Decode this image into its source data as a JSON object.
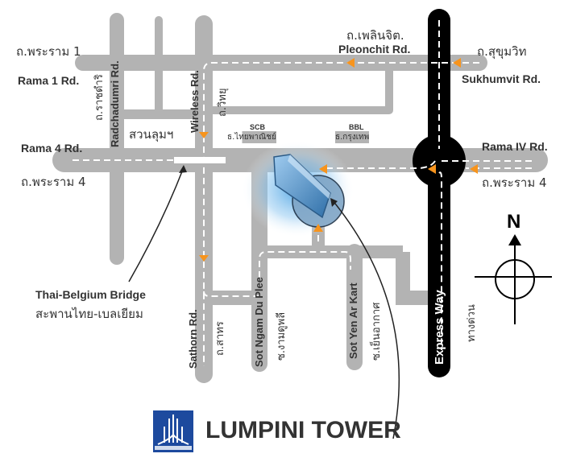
{
  "map": {
    "title": "LUMPINI TOWER",
    "colors": {
      "road": "#b3b3b3",
      "expressway": "#000000",
      "route_dash": "#ffffff",
      "arrow": "#f7941d",
      "logo_blue": "#1d4a9e",
      "text": "#333333"
    },
    "roads": {
      "rama1_th": "ถ.พระราม 1",
      "rama1_en": "Rama 1 Rd.",
      "pleonchit_th": "ถ.เพลินจิต.",
      "pleonchit_en": "Pleonchit Rd.",
      "sukhumvit_th": "ถ.สุขุมวิท",
      "sukhumvit_en": "Sukhumvit Rd.",
      "rama4_en_left": "Rama 4 Rd.",
      "rama4_th_left": "ถ.พระราม 4",
      "rama4_en_right": "Rama IV Rd.",
      "rama4_th_right": "ถ.พระราม 4",
      "radchadumri_en": "Radchadumri Rd.",
      "radchadumri_th": "ถ.ราชดำริ",
      "wireless_en": "Wireless Rd.",
      "wireless_th": "ถ.วิทยุ",
      "sathorn_en": "Sathorn  Rd.",
      "sathorn_th": "ถ.สาทร",
      "ngamduplee_en": "Sot Ngam Du Plee",
      "ngamduplee_th": "ซ.งามดูพลี",
      "yenakart_en": "Sot Yen Ar Kart",
      "yenakart_th": "ซ.เย็นอากาศ",
      "expressway_en": "Express Way",
      "expressway_th": "ทางด่วน"
    },
    "landmarks": {
      "lumpini_park_th": "สวนลุมฯ",
      "scb_en": "SCB",
      "scb_th": "ธ.ไทยพาณิชย์",
      "bbl_en": "BBL",
      "bbl_th": "ธ.กรุงเทพ",
      "bridge_en": "Thai-Belgium Bridge",
      "bridge_th": "สะพานไทย-เบลเยียม"
    },
    "compass": {
      "label": "N"
    },
    "brand": {
      "name": "LUMPINI TOWER",
      "logo_icon": "lumpini-logo-icon"
    }
  }
}
